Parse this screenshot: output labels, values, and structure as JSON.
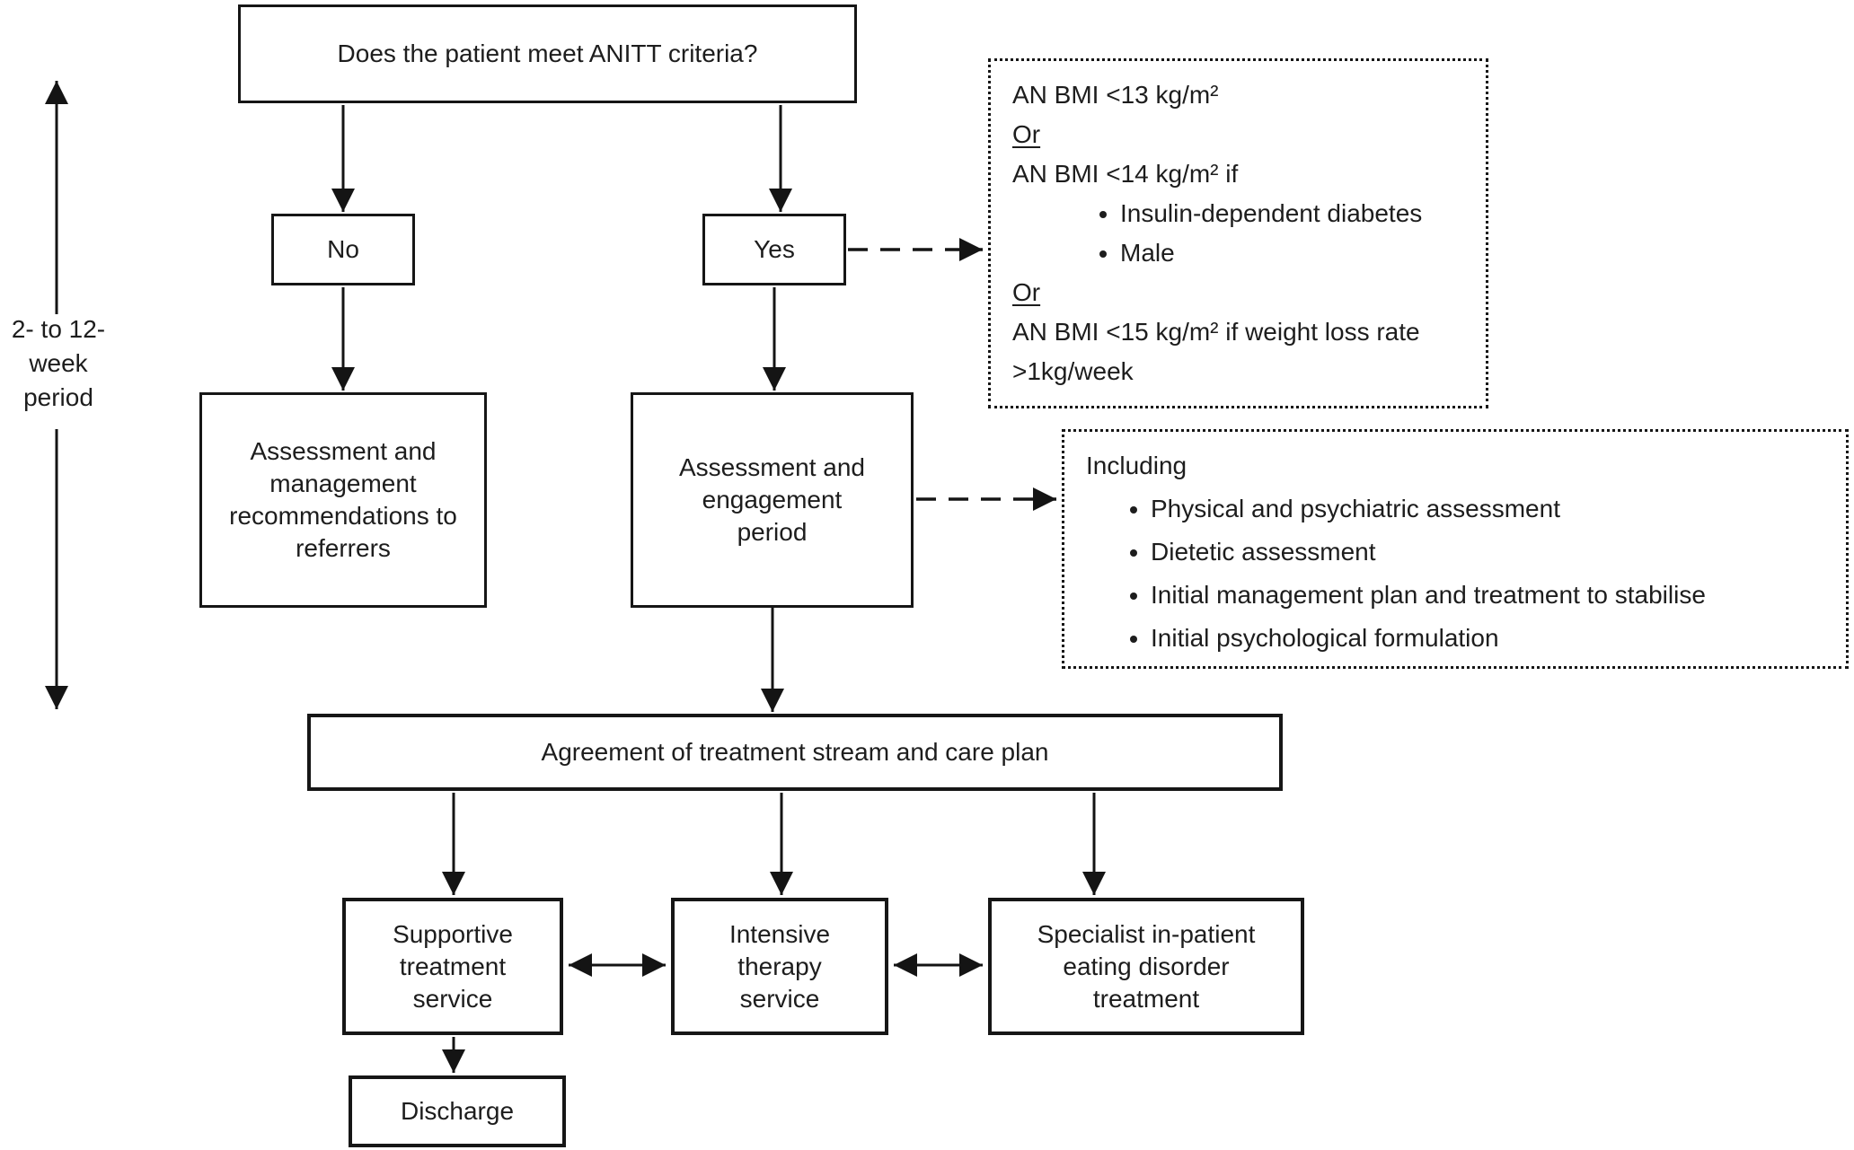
{
  "period_label": {
    "lines": [
      "2- to 12-",
      "week",
      "period"
    ]
  },
  "nodes": {
    "question": "Does the patient meet ANITT criteria?",
    "no": "No",
    "yes": "Yes",
    "referrers": "Assessment and management recommendations to referrers",
    "engagement": "Assessment and engagement period",
    "agreement": "Agreement of treatment stream and care plan",
    "supportive": "Supportive treatment service",
    "intensive": "Intensive therapy service",
    "specialist": "Specialist in-patient eating disorder treatment",
    "discharge": "Discharge"
  },
  "criteria_box": {
    "lines": [
      {
        "type": "text",
        "text": "AN BMI <13 kg/m²"
      },
      {
        "type": "or",
        "text": "Or"
      },
      {
        "type": "text",
        "text": "AN BMI <14 kg/m² if"
      },
      {
        "type": "bullet",
        "text": "Insulin-dependent diabetes"
      },
      {
        "type": "bullet",
        "text": "Male"
      },
      {
        "type": "or",
        "text": "Or"
      },
      {
        "type": "text",
        "text": "AN BMI <15 kg/m² if weight loss rate >1kg/week"
      }
    ]
  },
  "including_box": {
    "title": "Including",
    "bullets": [
      "Physical and psychiatric assessment",
      "Dietetic assessment",
      "Initial management plan and treatment to stabilise",
      "Initial psychological formulation"
    ]
  },
  "colors": {
    "ink": "#161616",
    "background": "#ffffff"
  }
}
